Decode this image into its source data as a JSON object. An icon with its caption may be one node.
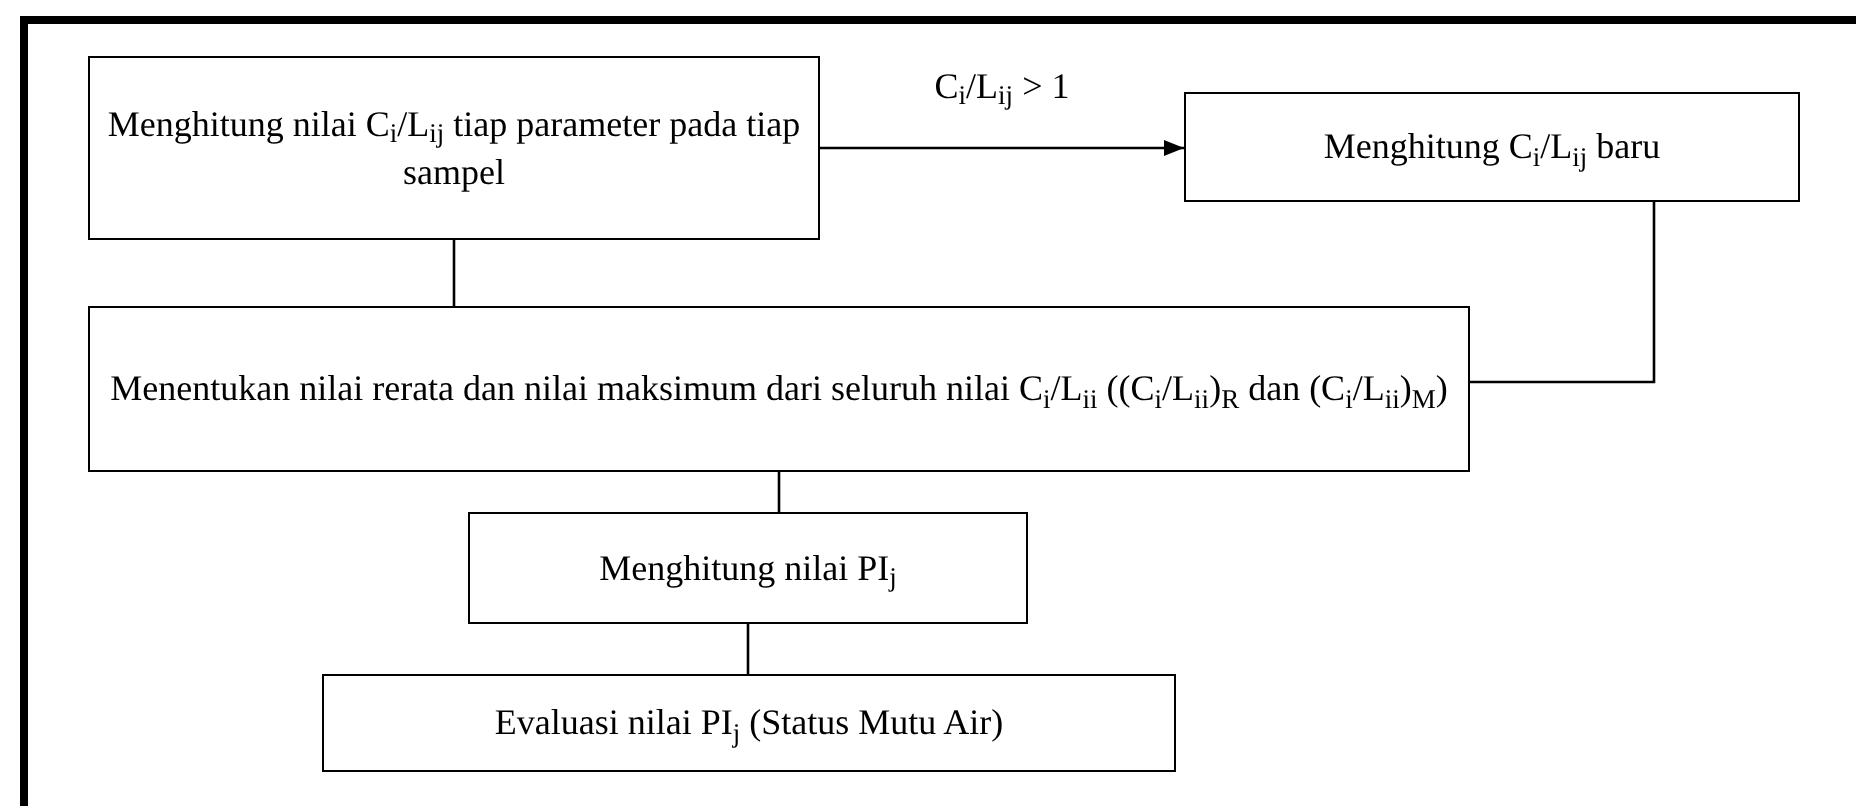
{
  "diagram": {
    "nodes": [
      {
        "text": [
          "Menghitung nilai C$_{i}$/L$_{ij}$ tiap parameter pada tiap sampel"
        ]
      },
      {
        "text": [
          "Menghitung C$_{i}$/L$_{ij}$ baru"
        ]
      },
      {
        "text": [
          "Menentukan nilai rerata dan nilai maksimum dari seluruh nilai C$_{i}$/L$_{ii}$ ((C$_{i}$/L$_{ii}$)$_{R}$ dan (C$_{i}$/L$_{ii}$)$_{M}$)"
        ]
      },
      {
        "text": [
          "Menghitung nilai PI$_{j}$"
        ]
      },
      {
        "text": [
          "Evaluasi nilai PI$_{j}$ (Status Mutu Air)"
        ]
      }
    ],
    "edges": [
      {
        "from": 0,
        "to": 1,
        "arrow": "to",
        "label": "C$_{i}$/L$_{ij}$ > 1"
      },
      {
        "from": 0,
        "to": 2,
        "arrow": "none"
      },
      {
        "from": 1,
        "to": 2,
        "arrow": "none"
      },
      {
        "from": 2,
        "to": 3,
        "arrow": "none"
      },
      {
        "from": 3,
        "to": 4,
        "arrow": "none"
      }
    ]
  }
}
